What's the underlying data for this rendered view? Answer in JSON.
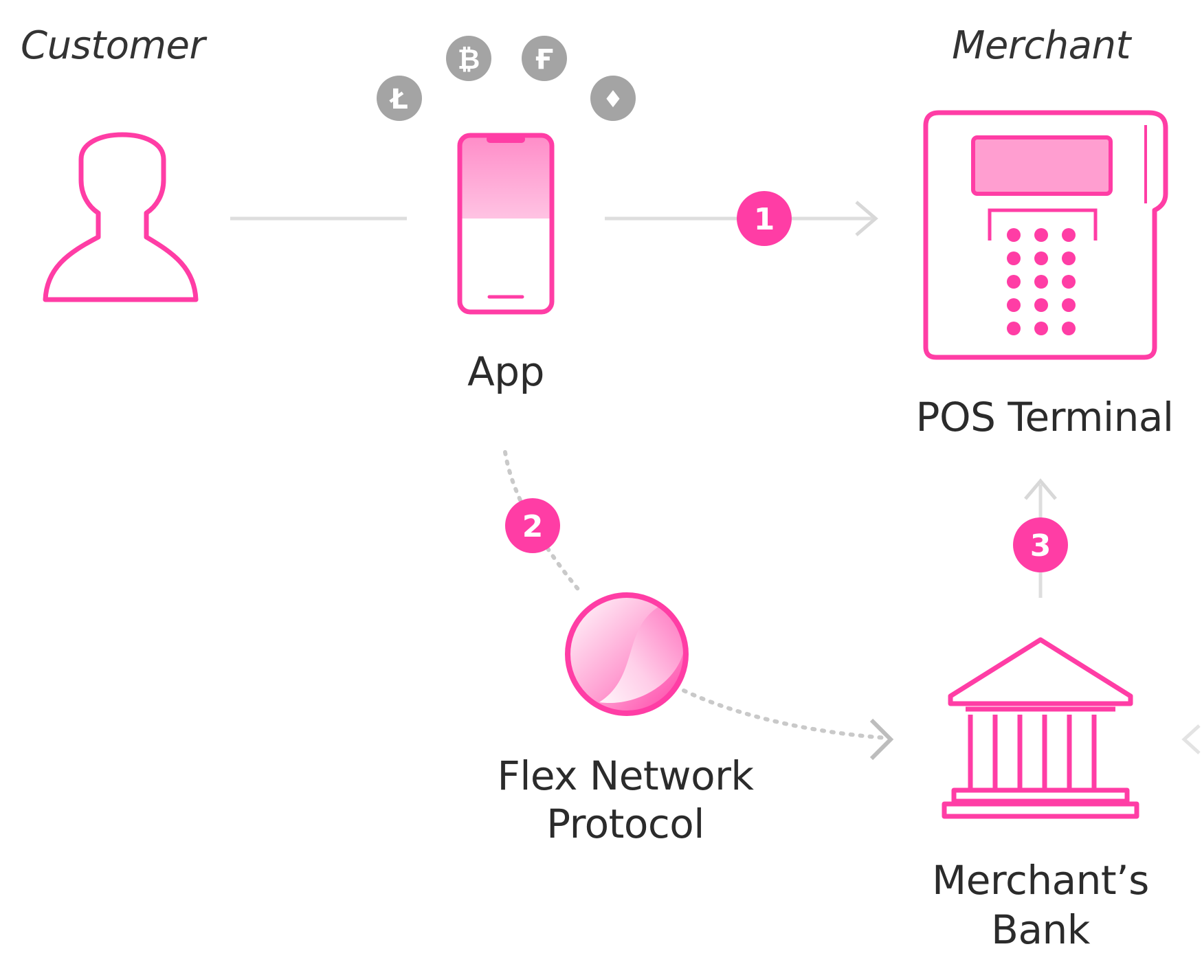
{
  "colors": {
    "accent": "#ff3da5",
    "accent_light": "#ff9ed0",
    "line": "#dddddd",
    "coin": "#a4a4a4",
    "text": "#2b2b2b"
  },
  "roles": {
    "customer": "Customer",
    "merchant": "Merchant"
  },
  "nodes": {
    "app": "App",
    "pos_terminal": "POS Terminal",
    "flex_line1": "Flex Network",
    "flex_line2": "Protocol",
    "bank_line1": "Merchant’s",
    "bank_line2": "Bank"
  },
  "coins": [
    "Ł",
    "₿",
    "Ғ",
    "♦"
  ],
  "steps": [
    "1",
    "2",
    "3"
  ],
  "icons": [
    "person-icon",
    "smartphone-icon",
    "pos-terminal-icon",
    "flex-network-icon",
    "bank-icon"
  ]
}
